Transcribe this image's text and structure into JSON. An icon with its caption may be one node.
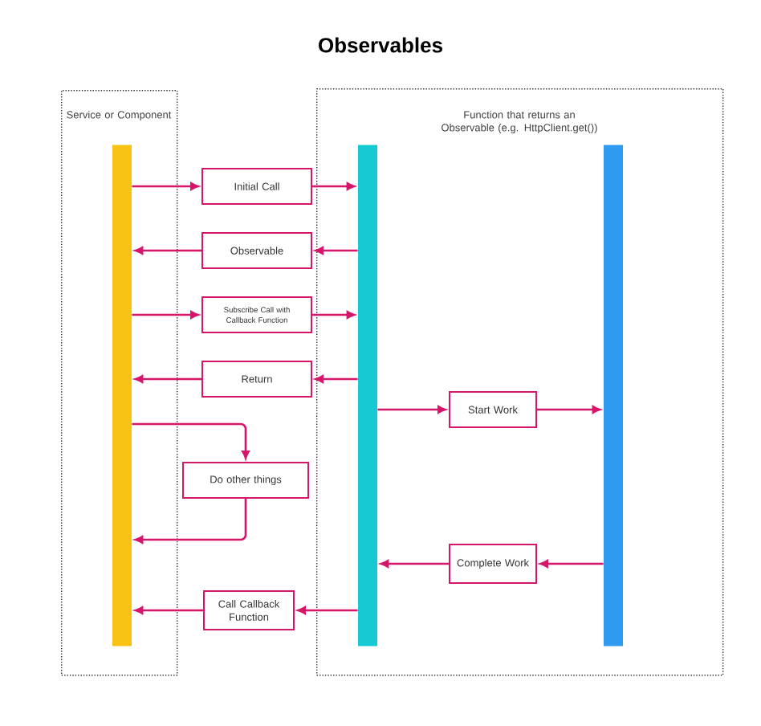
{
  "diagram": {
    "title": "Observables",
    "nodes": [
      {
        "text": [
          "Service or Component"
        ]
      },
      {
        "text": [
          "Function that returns an Observable (e.g. HttpClient.get())"
        ]
      },
      {
        "text": [],
        "shape": "bar",
        "in": 0
      },
      {
        "text": [],
        "shape": "bar",
        "in": 1
      },
      {
        "text": [],
        "shape": "bar",
        "in": 1
      },
      {
        "text": [
          "Initial Call"
        ]
      },
      {
        "text": [
          "Observable"
        ]
      },
      {
        "text": [
          "Subscribe Call with Callback Function"
        ]
      },
      {
        "text": [
          "Return"
        ]
      },
      {
        "text": [
          "Start Work"
        ],
        "in": 1
      },
      {
        "text": [
          "Do other things"
        ]
      },
      {
        "text": [
          "Complete Work"
        ],
        "in": 1
      },
      {
        "text": [
          "Call Callback Function"
        ]
      }
    ],
    "edges": [
      {
        "from": 2,
        "to": 5,
        "arrow": "to"
      },
      {
        "from": 5,
        "to": 3,
        "arrow": "to"
      },
      {
        "from": 3,
        "to": 6,
        "arrow": "to"
      },
      {
        "from": 6,
        "to": 2,
        "arrow": "to"
      },
      {
        "from": 2,
        "to": 7,
        "arrow": "to"
      },
      {
        "from": 7,
        "to": 3,
        "arrow": "to"
      },
      {
        "from": 3,
        "to": 8,
        "arrow": "to"
      },
      {
        "from": 8,
        "to": 2,
        "arrow": "to"
      },
      {
        "from": 3,
        "to": 9,
        "arrow": "to"
      },
      {
        "from": 9,
        "to": 4,
        "arrow": "to"
      },
      {
        "from": 2,
        "to": 10,
        "arrow": "to"
      },
      {
        "from": 10,
        "to": 2,
        "arrow": "to"
      },
      {
        "from": 4,
        "to": 11,
        "arrow": "to"
      },
      {
        "from": 11,
        "to": 3,
        "arrow": "to"
      },
      {
        "from": 3,
        "to": 12,
        "arrow": "to"
      },
      {
        "from": 12,
        "to": 2,
        "arrow": "to"
      }
    ]
  }
}
